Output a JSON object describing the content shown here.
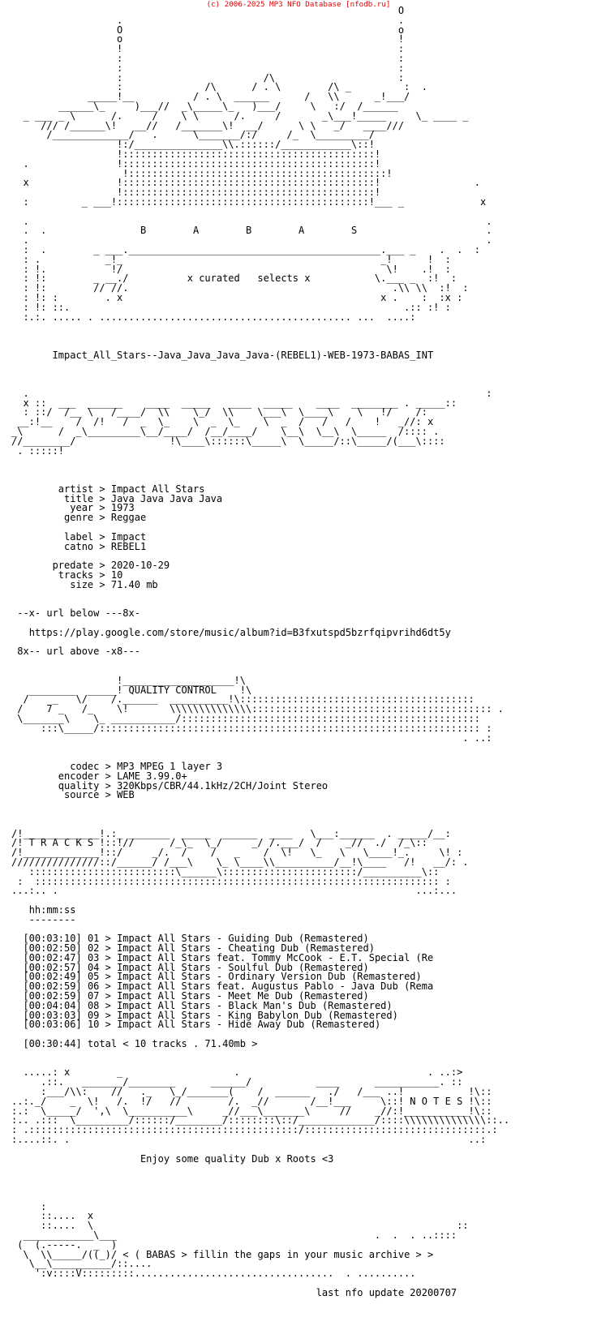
{
  "header": {
    "copyright": "(c) 2006-2025 MP3 NFO Database [nfodb.ru]"
  },
  "art": {
    "logo": "                                                                  O\n                  .                                               .\n                  O                                               o\n                  o                                               !\n                  !                                               :\n                  :                                               :\n                  :                                               :\n                  :                        /\\                     :\n                  :              /\\      / . \\        /\\ _         :  .\n             _____!__          / . \\  ______      /   \\\\      _!___/\n        ______\\_     )___//  _\\_____\\_   )___/     \\   :/  /______\n  _ ___ _ \\      /.     /    \\ \\      /.     /       _\\___!_____     \\_ ____ _\n     /// /______\\!   __//   /_______\\!  __/      \\ \\   _/   ____///\n      /_____________/   .      \\_______/:/     /_  \\_________/\n                  !:/_______________\\\\.::::::/____________\\::!\n                  !:::::::::::::::::::::::::::::::::::::::::::!\n  .               !:::::::::::::::::::::::::::::::::::::::::::!\n                   !::::::::::::::::::::::::::::::::::::::::::::!\n  x               !:::::::::::::::::::::::::::::::::::::::::::!                .\n                  !:::::::::::::::::::::::::::::::::::::::::::!\n  :         _ ___!:::::::::::::::::::::::::::::::::::::::::::!___ _             x",
    "babas_frame": "\n  .                                                                              .\n  .  .                B        A        B        A        S                      .\n  .                                                                              .\n  :  .        _ ___.___________________________________________.___ _    .  .  :\n  : .           _!_                                            _!      !  :\n  : !.           !/                                             \\!    .!  :\n  : !:        _ __./          x curated   selects x           \\.___ _  :!  :\n  : !:        // //.                                             .\\\\ \\\\  :!  :\n  : !: :        . x                                            x .    :  :x :\n  : !: ::.                                                         .:: :! :\n  :.:. ..... . ........................................... ...  ....:",
    "metadata_header": "  .                                                                              :\n  x ::  ___  ______    ____  _____   ____  _____    ____  ________ . _____::\n  : ::/  /__ \\   /____/  \\\\    \\_/  \\\\    \\___\\  \\____\\    \\   !/    /:\n __:!__    /  /!   /  _  \\_    \\  _  \\_    \\  _  /   /   /    !   _//: x\n_\\      /  _\\_________\\__/____/  /__/____/    \\__\\  \\__\\  \\_____  /:::: .\n//________/                !\\____\\::::::\\_____\\  \\_____/::\\_____/(___\\::::\n . :::::!",
    "quality_header": "                  !___________________!\\\n   ________  _____! QUALITY CONTROL    !\\\n  /    _   \\/    /.______  __________!\\::::::::::::::::::::::::::::::::::::::::\n /    7 _   /_    \\!       \\\\\\\\\\\\\\\\\\\\\\\\\\\\::::::::::::::::::::::::::::::::::::::::: .\n \\_______\\    \\_ ___________/:::::::::::::::::::::::::::::::::::::::::::::::::::\n     :::\\_____/::::::::::::::::::::::::::::::::::::::::::::::::::::::::::::::::: :\n                                                                             . ..:",
    "tracks_header": "/!_____________!.:_ _______  _____  ______  ____   \\___:______  . _____/__:\n/! T R A C K S !::!//      /_\\_  \\_/     _/ /.___/  /    _//  ./  /_\\::\n/!_____________!::/     _/.  /    /   _    /  \\!   \\_   \\   \\____!_.     \\! :\n///////////////::/______/ /___\\    \\_ \\____\\\\__________/__!\\____   /!   __/: .\n   :::::::::::::::::::::::::\\______\\:::::::::::::::::::::::/__________\\::\n :  ::::::::::::::::::::::::::::::::::::::::::::::::::::::::::::::::::::: :\n...:.. .                                                             ...:...",
    "notes_header": "  .....: x        _                   .                                . ..:>\n     .::.   _______/________      ______/           ____      ___________. ::\n     :___/\\\\:    //   ._   \\_/_______(    /  ______   ./   /___ ..!           !\\::\n..:._/    _  \\!   /.  !/   //        /.  _//       /__!___     \\::! N O T E S !\\::\n:.:  \\_____/  ',\\  \\__________\\     _//___\\_______\\     //    _//:!___________!\\::\n:.. .:::  \\_________/::::::/________/::::::::\\::/_____________/::::\\\\\\\\\\\\\\\\\\\\\\\\\\\\::..\n: .::::::::::::::::::::::::::::::::::::::::::::::/:::::::::::::::::::::::::::::::.:\n:....::. .                                                                    ..:",
    "footer_art_top": "     :\n     ::....  x\n     ::....  \\                                                              ::\n  ____________\\___                                            .  .  . ..::::\n (  (.-----.  _  )",
    "footer_art_bottom": "   \\__\\__________/::....\n    ':v::::V:::::::::..................................  . ..........",
    "footer_art_mid_prefix": "  \\  \\\\_____/((_)/ "
  },
  "release": {
    "name": "Impact_All_Stars--Java_Java_Java_Java-(REBEL1)-WEB-1973-BABAS_INT"
  },
  "metadata": {
    "section_title": "METADATA SUMMARY",
    "artist_label": "artist",
    "artist": "Impact All Stars",
    "title_label": "title",
    "title": "Java Java Java Java",
    "year_label": "year",
    "year": "1973",
    "genre_label": "genre",
    "genre": "Reggae",
    "label_label": "label",
    "label": "Impact",
    "catno_label": "catno",
    "catno": "REBEL1",
    "predate_label": "predate",
    "predate": "2020-10-29",
    "tracks_label": "tracks",
    "tracks": "10",
    "size_label": "size",
    "size": "71.40 mb"
  },
  "url_section": {
    "above_marker": "--x- url below ---8x-",
    "url": "https://play.google.com/store/music/album?id=B3fxutspd5bzrfqipvrihd6dt5y",
    "below_marker": "8x-- url above -x8---"
  },
  "quality": {
    "section_title": "QUALITY CONTROL",
    "codec_label": "codec",
    "codec": "MP3 MPEG 1 layer 3",
    "encoder_label": "encoder",
    "encoder": "LAME 3.99.0+",
    "quality_label": "quality",
    "quality": "320Kbps/CBR/44.1kHz/2CH/Joint Stereo",
    "source_label": "source",
    "source": "WEB"
  },
  "tracks": {
    "section_title": "T R A C K S",
    "time_header": "hh:mm:ss",
    "time_underline": "--------",
    "items": [
      {
        "time": "[00:03:10]",
        "num": "01",
        "text": "Impact All Stars - Guiding Dub (Remastered)"
      },
      {
        "time": "[00:02:50]",
        "num": "02",
        "text": "Impact All Stars - Cheating Dub (Remastered)"
      },
      {
        "time": "[00:02:47]",
        "num": "03",
        "text": "Impact All Stars feat. Tommy McCook - E.T. Special (Re"
      },
      {
        "time": "[00:02:57]",
        "num": "04",
        "text": "Impact All Stars - Soulful Dub (Remastered)"
      },
      {
        "time": "[00:02:49]",
        "num": "05",
        "text": "Impact All Stars - Ordinary Version Dub (Remastered)"
      },
      {
        "time": "[00:02:59]",
        "num": "06",
        "text": "Impact All Stars feat. Augustus Pablo - Java Dub (Rema"
      },
      {
        "time": "[00:02:59]",
        "num": "07",
        "text": "Impact All Stars - Meet Me Dub (Remastered)"
      },
      {
        "time": "[00:04:04]",
        "num": "08",
        "text": "Impact All Stars - Black Man's Dub (Remastered)"
      },
      {
        "time": "[00:03:03]",
        "num": "09",
        "text": "Impact All Stars - King Babylon Dub (Remastered)"
      },
      {
        "time": "[00:03:06]",
        "num": "10",
        "text": "Impact All Stars - Hide Away Dub (Remastered)"
      }
    ],
    "total": "[00:30:44] total < 10 tracks . 71.40mb >"
  },
  "notes": {
    "section_title": "N O T E S",
    "text": "Enjoy some quality Dub x Roots <3"
  },
  "footer": {
    "tagline": "< ( BABAS > fillin the gaps in your music archive > >",
    "last_update": "last nfo update 20200707"
  }
}
